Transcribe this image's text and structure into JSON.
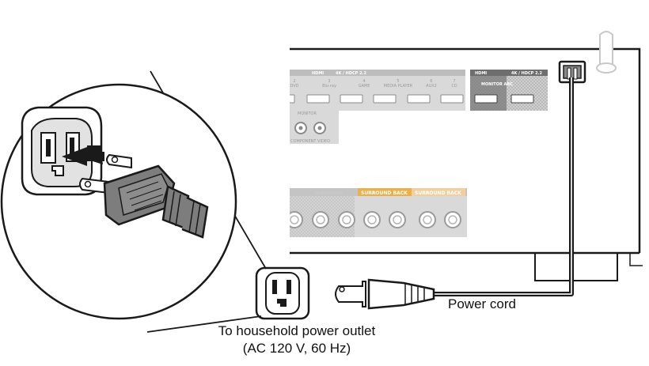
{
  "labels": {
    "power_cord": "Power cord",
    "outlet_caption_line1": "To household power outlet",
    "outlet_caption_line2": "(AC 120 V, 60 Hz)"
  },
  "receiver_panel": {
    "hdmi_header": "HDMI",
    "hdcp_header": "4K / HDCP 2.2",
    "hdmi_inputs": [
      {
        "num": "2",
        "name": "DVD"
      },
      {
        "num": "3",
        "name": "Blu-ray"
      },
      {
        "num": "4",
        "name": "GAME"
      },
      {
        "num": "5",
        "name": "MEDIA PLAYER"
      },
      {
        "num": "6",
        "name": "AUX2"
      },
      {
        "num": "7",
        "name": "CD"
      }
    ],
    "hdmi_out_header": "HDMI",
    "hdmi_out_label": "MONITOR ARC",
    "monitor_label": "MONITOR",
    "component_label": "COMPONENT VIDEO",
    "surround_label": "SURROUND",
    "surround_back_label": "SURROUND BACK",
    "surround_back_label_2": "SURROUND BACK"
  },
  "colors": {
    "line": "#1a1a1a",
    "panel_bg": "#d9d9d9",
    "panel_dark": "#6e6e6e",
    "surround_back": "#e8b14a",
    "surround_back_faded": "#f0cfa0",
    "plug_body": "#7d7d7d"
  }
}
